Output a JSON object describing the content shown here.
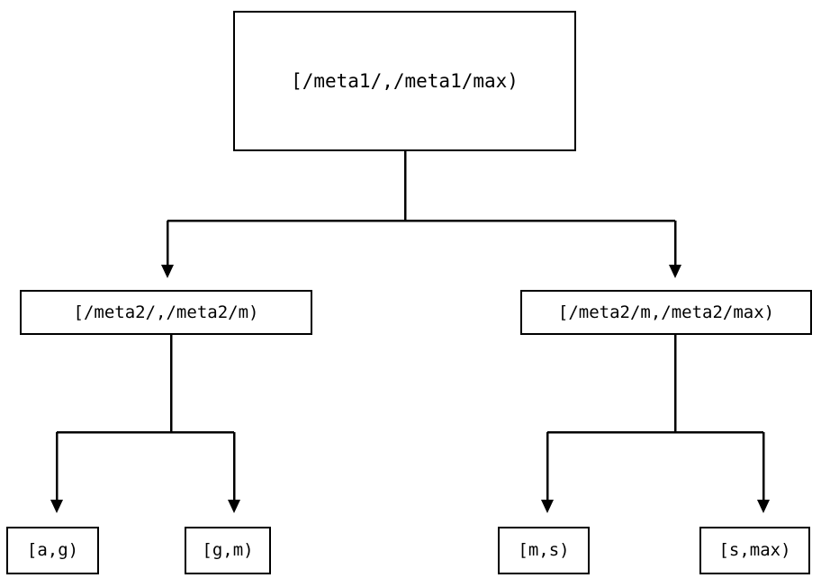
{
  "diagram": {
    "type": "binary-interval-tree",
    "background_color": "#ffffff",
    "stroke_color": "#000000",
    "nodes": {
      "root": {
        "label": "[/meta1/,/meta1/max)"
      },
      "left_mid": {
        "label": "[/meta2/,/meta2/m)"
      },
      "right_mid": {
        "label": "[/meta2/m,/meta2/max)"
      },
      "leaf_ag": {
        "label": "[a,g)"
      },
      "leaf_gm": {
        "label": "[g,m)"
      },
      "leaf_ms": {
        "label": "[m,s)"
      },
      "leaf_smax": {
        "label": "[s,max)"
      }
    },
    "edges": [
      {
        "from": "root",
        "to": "left_mid",
        "arrow": "down"
      },
      {
        "from": "root",
        "to": "right_mid",
        "arrow": "down"
      },
      {
        "from": "left_mid",
        "to": "leaf_ag",
        "arrow": "down"
      },
      {
        "from": "left_mid",
        "to": "leaf_gm",
        "arrow": "down"
      },
      {
        "from": "right_mid",
        "to": "leaf_ms",
        "arrow": "down"
      },
      {
        "from": "right_mid",
        "to": "leaf_smax",
        "arrow": "down"
      }
    ]
  }
}
